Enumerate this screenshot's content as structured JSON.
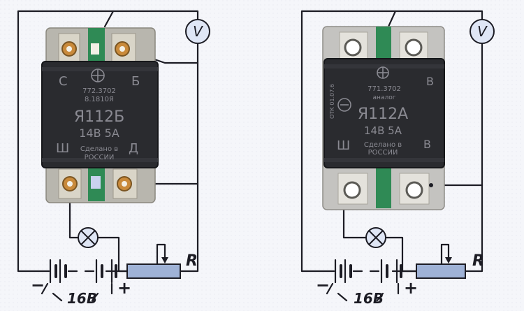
{
  "colors": {
    "paper": "#f5f6fa",
    "wire": "#1c1c24",
    "case": "#2a2b2f",
    "case_text": "#8a8a92",
    "board_green": "#2f8a55",
    "terminal_brass": "#c98a3b",
    "meter_fill": "#dfe6f5",
    "resistor_fill": "#9fb2d6",
    "lamp_fill": "#dfe6f5"
  },
  "left_regulator": {
    "code": "Я112Б",
    "part_number": "772.3702",
    "line2": "8.1810Я",
    "rating": "14В  5А",
    "made_in_1": "Сделано в",
    "made_in_2": "РОССИИ",
    "term_top_left": "С",
    "term_top_right": "Б",
    "term_bottom_left": "Ш",
    "term_bottom_right": "Д"
  },
  "right_regulator": {
    "code": "Я112А",
    "part_number": "771.3702",
    "line2": "аналог",
    "side_text": "ОТК 01.07.6",
    "rating": "14В  5А",
    "made_in_1": "Сделано в",
    "made_in_2": "РОССИИ",
    "term_top_right": "В",
    "term_bottom_left": "Ш",
    "term_bottom_right": "В"
  },
  "labels": {
    "voltmeter": "V",
    "resistor": "R",
    "battery_voltage": "16В",
    "minus": "−",
    "plus": "+"
  }
}
